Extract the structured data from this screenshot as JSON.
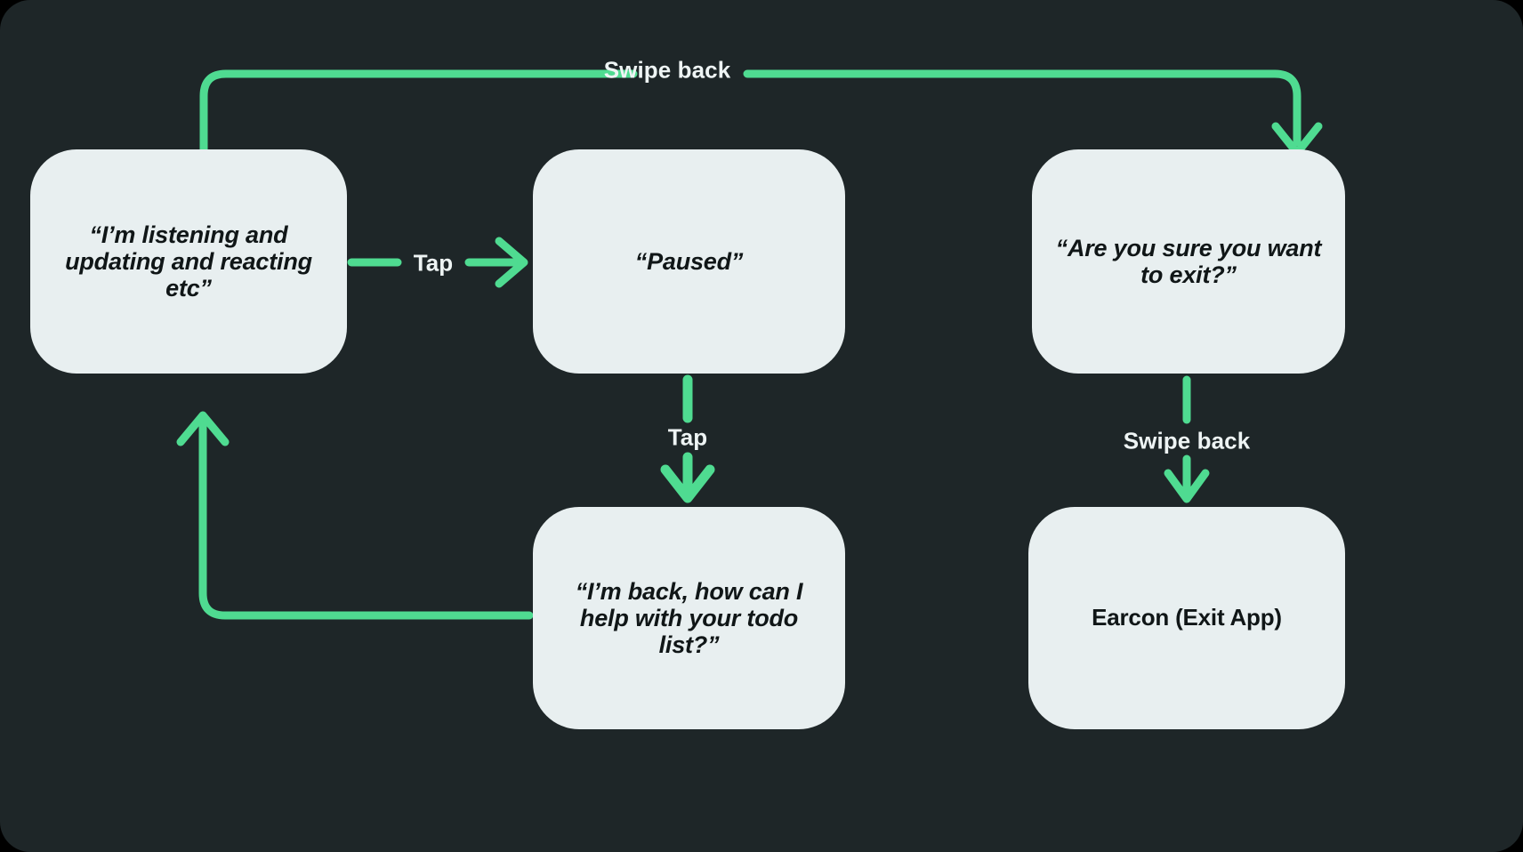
{
  "canvas": {
    "background": "#1e2628",
    "node_fill": "#e8eff0",
    "node_text": "#101617",
    "edge_color": "#4fdb91",
    "label_color": "#eef4f4"
  },
  "diagram": {
    "type": "flowchart",
    "title": "",
    "nodes": [
      {
        "id": "listening",
        "label": "“I’m listening and updating and reacting etc”",
        "style": "italic"
      },
      {
        "id": "paused",
        "label": "“Paused”",
        "style": "italic"
      },
      {
        "id": "confirm",
        "label": "“Are you sure you want to exit?”",
        "style": "italic"
      },
      {
        "id": "back",
        "label": "“I’m back, how can I help with your todo list?”",
        "style": "italic"
      },
      {
        "id": "earcon",
        "label": "Earcon (Exit App)",
        "style": "upright"
      }
    ],
    "edges": [
      {
        "id": "listening-to-confirm",
        "from": "listening",
        "to": "confirm",
        "label": "Swipe back"
      },
      {
        "id": "listening-to-paused",
        "from": "listening",
        "to": "paused",
        "label": "Tap"
      },
      {
        "id": "paused-to-back",
        "from": "paused",
        "to": "back",
        "label": "Tap"
      },
      {
        "id": "confirm-to-earcon",
        "from": "confirm",
        "to": "earcon",
        "label": "Swipe back"
      },
      {
        "id": "back-to-listening",
        "from": "back",
        "to": "listening",
        "label": ""
      }
    ]
  }
}
